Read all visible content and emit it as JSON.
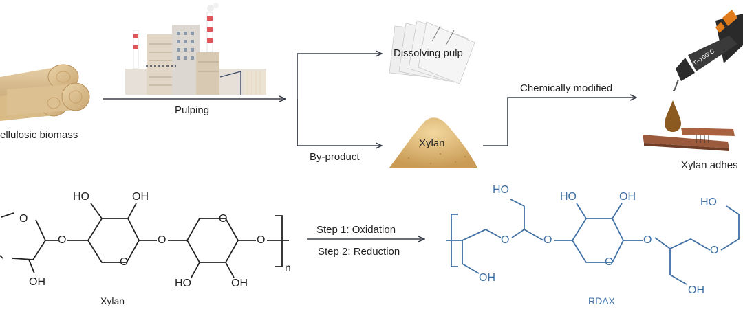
{
  "top": {
    "biomass_label": "ellulosic biomass",
    "pulping_label": "Pulping",
    "dissolving_pulp_label": "Dissolving pulp",
    "xylan_label": "Xylan",
    "by_product_label": "By-product",
    "chemically_modified_label": "Chemically modified",
    "adhesive_label": "Xylan adhes"
  },
  "bottom": {
    "step1_label": "Step 1: Oxidation",
    "step2_label": "Step 2: Reduction",
    "xylan_caption": "Xylan",
    "rdax_caption": "RDAX"
  },
  "xylan_atoms": [
    "O",
    "O",
    "OH",
    "HO",
    "OH",
    "O",
    "O",
    "O",
    "O",
    "HO",
    "OH",
    "n"
  ],
  "rdax_atoms": [
    "HO",
    "O",
    "O",
    "OH",
    "HO",
    "OH",
    "O",
    "O",
    "O",
    "OH",
    "HO"
  ],
  "colors": {
    "text_dark": "#222222",
    "rdax_blue": "#3f6fa3",
    "arrow": "#3a3f4a",
    "adhesive_brown": "#8b5a21",
    "chimney_red": "#e0575a"
  },
  "icons": [
    "biomass-logs",
    "pulp-mill",
    "dissolving-pulp-sheets",
    "xylan-powder-pile",
    "glue-gun",
    "adhesive-drop",
    "bonded-wood-veneers"
  ]
}
